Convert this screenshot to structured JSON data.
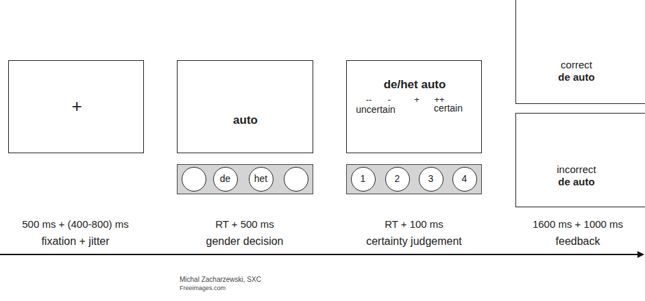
{
  "diagram": {
    "nodes": [
      {
        "text": [
          "+"
        ]
      },
      {
        "text": [
          "auto"
        ]
      },
      {
        "text": []
      },
      {
        "text": [
          "de"
        ],
        "in": 2
      },
      {
        "text": [
          "het"
        ],
        "in": 2
      },
      {
        "text": [
          "de/het auto",
          "--",
          "-",
          "+",
          "++",
          "uncertain",
          "certain"
        ]
      },
      {
        "text": []
      },
      {
        "text": [
          "1"
        ],
        "in": 6
      },
      {
        "text": [
          "2"
        ],
        "in": 6
      },
      {
        "text": [
          "3"
        ],
        "in": 6
      },
      {
        "text": [
          "4"
        ],
        "in": 6
      },
      {
        "text": [
          "correct",
          "de auto"
        ]
      },
      {
        "text": [
          "incorrect",
          "de auto"
        ]
      }
    ],
    "labels": [
      "500 ms + (400-800) ms",
      "fixation + jitter",
      "RT + 500 ms",
      "gender decision",
      "RT + 100 ms",
      "certainty judgement",
      "1600 ms + 1000 ms",
      "feedback",
      "Michal Zacharzewski, SXC",
      "Freeimages.com"
    ]
  }
}
